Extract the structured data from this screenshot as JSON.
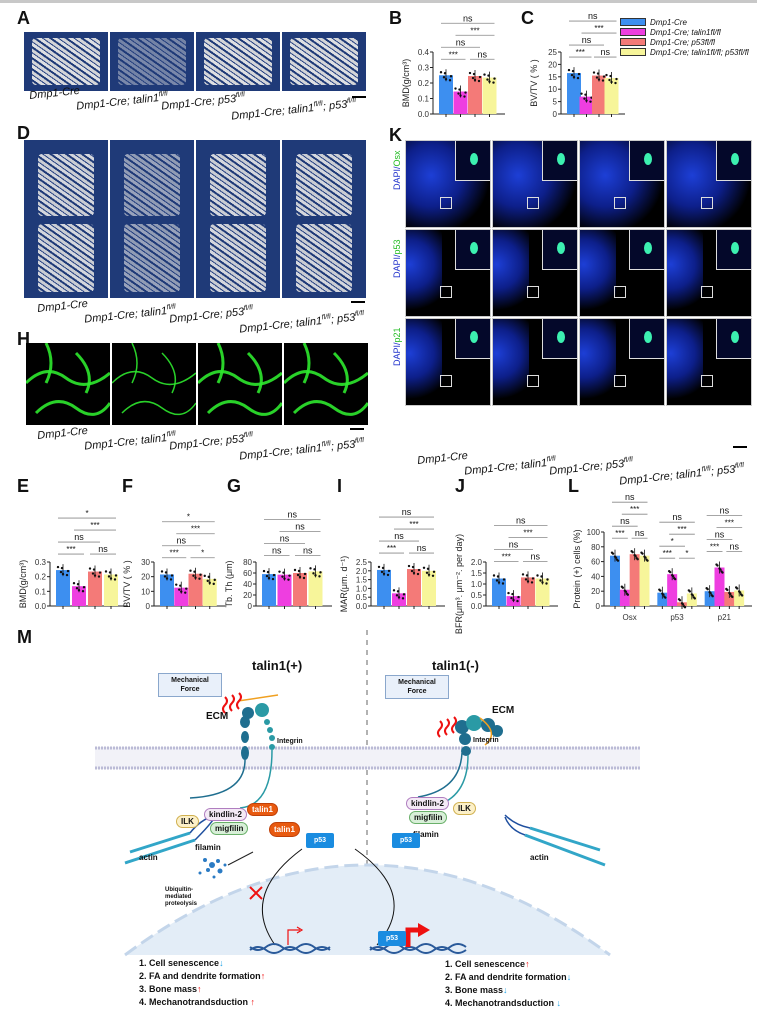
{
  "panels": {
    "A": {
      "label": "A"
    },
    "B": {
      "label": "B"
    },
    "C": {
      "label": "C"
    },
    "D": {
      "label": "D"
    },
    "E": {
      "label": "E"
    },
    "F": {
      "label": "F"
    },
    "G": {
      "label": "G"
    },
    "H": {
      "label": "H"
    },
    "I": {
      "label": "I"
    },
    "J": {
      "label": "J"
    },
    "K": {
      "label": "K"
    },
    "L": {
      "label": "L"
    },
    "M": {
      "label": "M"
    }
  },
  "genotypes": {
    "g1": "Dmp1-Cre",
    "g2": "Dmp1-Cre; talin1",
    "g3": "Dmp1-Cre; p53",
    "g4a": "Dmp1-Cre; talin1",
    "g4b": "; p53",
    "sup": "fl/fl"
  },
  "legend": {
    "items": [
      {
        "label": "Dmp1-Cre",
        "color": "#3d8ff0"
      },
      {
        "label": "Dmp1-Cre; talin1fl/fl",
        "color": "#ee3ee0"
      },
      {
        "label": "Dmp1-Cre; p53fl/fl",
        "color": "#f47a78"
      },
      {
        "label": "Dmp1-Cre; talin1fl/fl; p53fl/fl",
        "color": "#f7f59a"
      }
    ]
  },
  "k_rows": {
    "r1": {
      "dapi": "DAPI/",
      "marker": "Osx"
    },
    "r2": {
      "dapi": "DAPI/",
      "marker": "p53"
    },
    "r3": {
      "dapi": "DAPI/",
      "marker": "p21"
    }
  },
  "chart_data": [
    {
      "panel": "B",
      "type": "bar",
      "ylabel": "BMD(g/cm³)",
      "ylim": [
        0,
        0.4
      ],
      "yticks": [
        "0.0",
        "0.1",
        "0.2",
        "0.3",
        "0.4"
      ],
      "categories": [
        "Dmp1-Cre",
        "Dmp1-Cre; talin1fl/fl",
        "Dmp1-Cre; p53fl/fl",
        "Dmp1-Cre; talin1fl/fl; p53fl/fl"
      ],
      "values": [
        0.25,
        0.145,
        0.245,
        0.235
      ],
      "significance": [
        {
          "pair": [
            1,
            2
          ],
          "label": "***"
        },
        {
          "pair": [
            1,
            3
          ],
          "label": "ns"
        },
        {
          "pair": [
            3,
            4
          ],
          "label": "ns"
        },
        {
          "pair": [
            2,
            4
          ],
          "label": "***"
        },
        {
          "pair": [
            1,
            4
          ],
          "label": "ns"
        }
      ]
    },
    {
      "panel": "C",
      "type": "bar",
      "ylabel": "BV/TV ( % )",
      "ylim": [
        0,
        25
      ],
      "yticks": [
        "0",
        "5",
        "10",
        "15",
        "20",
        "25"
      ],
      "categories": [
        "Dmp1-Cre",
        "Dmp1-Cre; talin1fl/fl",
        "Dmp1-Cre; p53fl/fl",
        "Dmp1-Cre; talin1fl/fl; p53fl/fl"
      ],
      "values": [
        16.5,
        7,
        15.5,
        14.5
      ],
      "significance": [
        {
          "pair": [
            1,
            2
          ],
          "label": "***"
        },
        {
          "pair": [
            1,
            3
          ],
          "label": "ns"
        },
        {
          "pair": [
            3,
            4
          ],
          "label": "ns"
        },
        {
          "pair": [
            2,
            4
          ],
          "label": "***"
        },
        {
          "pair": [
            1,
            4
          ],
          "label": "ns"
        }
      ]
    },
    {
      "panel": "E",
      "type": "bar",
      "ylabel": "BMD(g/cm³)",
      "ylim": [
        0,
        0.3
      ],
      "yticks": [
        "0.0",
        "0.1",
        "0.2",
        "0.3"
      ],
      "values": [
        0.245,
        0.135,
        0.235,
        0.215
      ],
      "significance": [
        {
          "pair": [
            1,
            2
          ],
          "label": "***"
        },
        {
          "pair": [
            1,
            3
          ],
          "label": "ns"
        },
        {
          "pair": [
            3,
            4
          ],
          "label": "ns"
        },
        {
          "pair": [
            2,
            4
          ],
          "label": "***"
        },
        {
          "pair": [
            1,
            4
          ],
          "label": "*"
        }
      ]
    },
    {
      "panel": "F",
      "type": "bar",
      "ylabel": "BV/TV ( % )",
      "ylim": [
        0,
        30
      ],
      "yticks": [
        "0",
        "10",
        "20",
        "30"
      ],
      "values": [
        21.5,
        12.5,
        22,
        18.5
      ],
      "significance": [
        {
          "pair": [
            1,
            2
          ],
          "label": "***"
        },
        {
          "pair": [
            1,
            3
          ],
          "label": "ns"
        },
        {
          "pair": [
            3,
            4
          ],
          "label": "*"
        },
        {
          "pair": [
            2,
            4
          ],
          "label": "***"
        },
        {
          "pair": [
            1,
            4
          ],
          "label": "*"
        }
      ]
    },
    {
      "panel": "G",
      "type": "bar",
      "ylabel": "Tb. Th (μm)",
      "ylim": [
        0,
        80
      ],
      "yticks": [
        "0",
        "20",
        "40",
        "60",
        "80"
      ],
      "values": [
        58,
        57,
        60,
        63
      ],
      "significance": [
        {
          "pair": [
            1,
            2
          ],
          "label": "ns"
        },
        {
          "pair": [
            1,
            3
          ],
          "label": "ns"
        },
        {
          "pair": [
            3,
            4
          ],
          "label": "ns"
        },
        {
          "pair": [
            2,
            4
          ],
          "label": "ns"
        },
        {
          "pair": [
            1,
            4
          ],
          "label": "ns"
        }
      ]
    },
    {
      "panel": "I",
      "type": "bar",
      "ylabel": "MAR(μm. d⁻¹)",
      "ylim": [
        0,
        2.5
      ],
      "yticks": [
        "0.0",
        "0.5",
        "1.0",
        "1.5",
        "2.0",
        "2.5"
      ],
      "values": [
        2.05,
        0.72,
        2.1,
        2.0
      ],
      "significance": [
        {
          "pair": [
            1,
            2
          ],
          "label": "***"
        },
        {
          "pair": [
            1,
            3
          ],
          "label": "ns"
        },
        {
          "pair": [
            3,
            4
          ],
          "label": "ns"
        },
        {
          "pair": [
            2,
            4
          ],
          "label": "***"
        },
        {
          "pair": [
            1,
            4
          ],
          "label": "ns"
        }
      ]
    },
    {
      "panel": "J",
      "type": "bar",
      "ylabel": "BFR(μm³. μm⁻². per day)",
      "ylim": [
        0,
        2.0
      ],
      "yticks": [
        "0.0",
        "0.5",
        "1.0",
        "1.5",
        "2.0"
      ],
      "values": [
        1.25,
        0.45,
        1.3,
        1.25
      ],
      "significance": [
        {
          "pair": [
            1,
            2
          ],
          "label": "***"
        },
        {
          "pair": [
            1,
            3
          ],
          "label": "ns"
        },
        {
          "pair": [
            3,
            4
          ],
          "label": "ns"
        },
        {
          "pair": [
            2,
            4
          ],
          "label": "***"
        },
        {
          "pair": [
            1,
            4
          ],
          "label": "ns"
        }
      ]
    },
    {
      "panel": "L",
      "type": "bar",
      "ylabel": "Protein (+) cells (%)",
      "ylim": [
        0,
        100
      ],
      "yticks": [
        "0",
        "20",
        "40",
        "60",
        "80",
        "100"
      ],
      "categories": [
        "Osx",
        "p53",
        "p21"
      ],
      "series": [
        {
          "name": "Dmp1-Cre",
          "values": [
            68,
            18,
            20
          ]
        },
        {
          "name": "Dmp1-Cre; talin1fl/fl",
          "values": [
            22,
            43,
            52
          ]
        },
        {
          "name": "Dmp1-Cre; p53fl/fl",
          "values": [
            70,
            5,
            19
          ]
        },
        {
          "name": "Dmp1-Cre; talin1fl/fl; p53fl/fl",
          "values": [
            68,
            17,
            21
          ]
        }
      ],
      "significance": {
        "Osx": [
          {
            "pair": [
              1,
              2
            ],
            "label": "***"
          },
          {
            "pair": [
              1,
              3
            ],
            "label": "ns"
          },
          {
            "pair": [
              3,
              4
            ],
            "label": "ns"
          },
          {
            "pair": [
              2,
              4
            ],
            "label": "***"
          },
          {
            "pair": [
              1,
              4
            ],
            "label": "ns"
          }
        ],
        "p53": [
          {
            "pair": [
              1,
              2
            ],
            "label": "***"
          },
          {
            "pair": [
              1,
              3
            ],
            "label": "*"
          },
          {
            "pair": [
              3,
              4
            ],
            "label": "*"
          },
          {
            "pair": [
              2,
              4
            ],
            "label": "***"
          },
          {
            "pair": [
              1,
              4
            ],
            "label": "ns"
          }
        ],
        "p21": [
          {
            "pair": [
              1,
              2
            ],
            "label": "***"
          },
          {
            "pair": [
              1,
              3
            ],
            "label": "ns"
          },
          {
            "pair": [
              3,
              4
            ],
            "label": "ns"
          },
          {
            "pair": [
              2,
              4
            ],
            "label": "***"
          },
          {
            "pair": [
              1,
              4
            ],
            "label": "ns"
          }
        ]
      }
    }
  ],
  "diagram": {
    "left_title": "talin1(+)",
    "right_title": "talin1(-)",
    "mechanical_force": "Mechanical Force",
    "ecm": "ECM",
    "integrin": "Integrin",
    "talin1": "talin1",
    "kindlin": "kindlin-2",
    "ilk": "ILK",
    "migfilin": "migfilin",
    "filamin": "filamin",
    "actin": "actin",
    "p53": "p53",
    "ubiquitin": "Ubiquitin-\nmediated\nproteolysis",
    "left_outcomes": [
      {
        "text": "1. Cell senescence",
        "arrow": "↓",
        "dir": "down"
      },
      {
        "text": "2. FA and dendrite formation",
        "arrow": "↑",
        "dir": "up"
      },
      {
        "text": "3. Bone mass",
        "arrow": "↑",
        "dir": "up"
      },
      {
        "text": "4. Mechanotrandsduction ",
        "arrow": "↑",
        "dir": "up"
      }
    ],
    "right_outcomes": [
      {
        "text": "1. Cell senescence",
        "arrow": "↑",
        "dir": "up"
      },
      {
        "text": "2. FA and dendrite formation",
        "arrow": "↓",
        "dir": "down"
      },
      {
        "text": "3. Bone mass",
        "arrow": "↓",
        "dir": "down"
      },
      {
        "text": "4. Mechanotrandsduction ",
        "arrow": "↓",
        "dir": "down"
      }
    ]
  }
}
